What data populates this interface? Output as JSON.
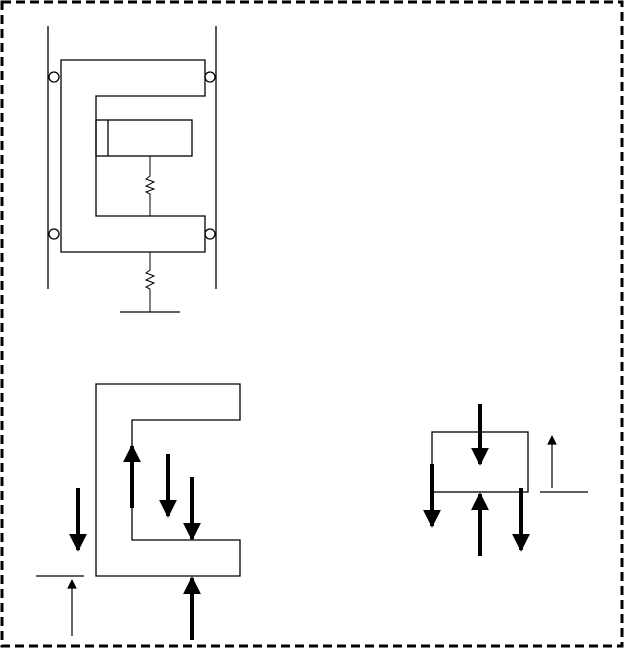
{
  "figure": {
    "stroke_color": "#000000",
    "background_color": "#ffffff",
    "border_style": "dashed",
    "panels": [
      {
        "name": "spring-mass-system-schematic"
      },
      {
        "name": "c-shaped-body-free-body-diagram"
      },
      {
        "name": "block-free-body-diagram"
      }
    ]
  }
}
